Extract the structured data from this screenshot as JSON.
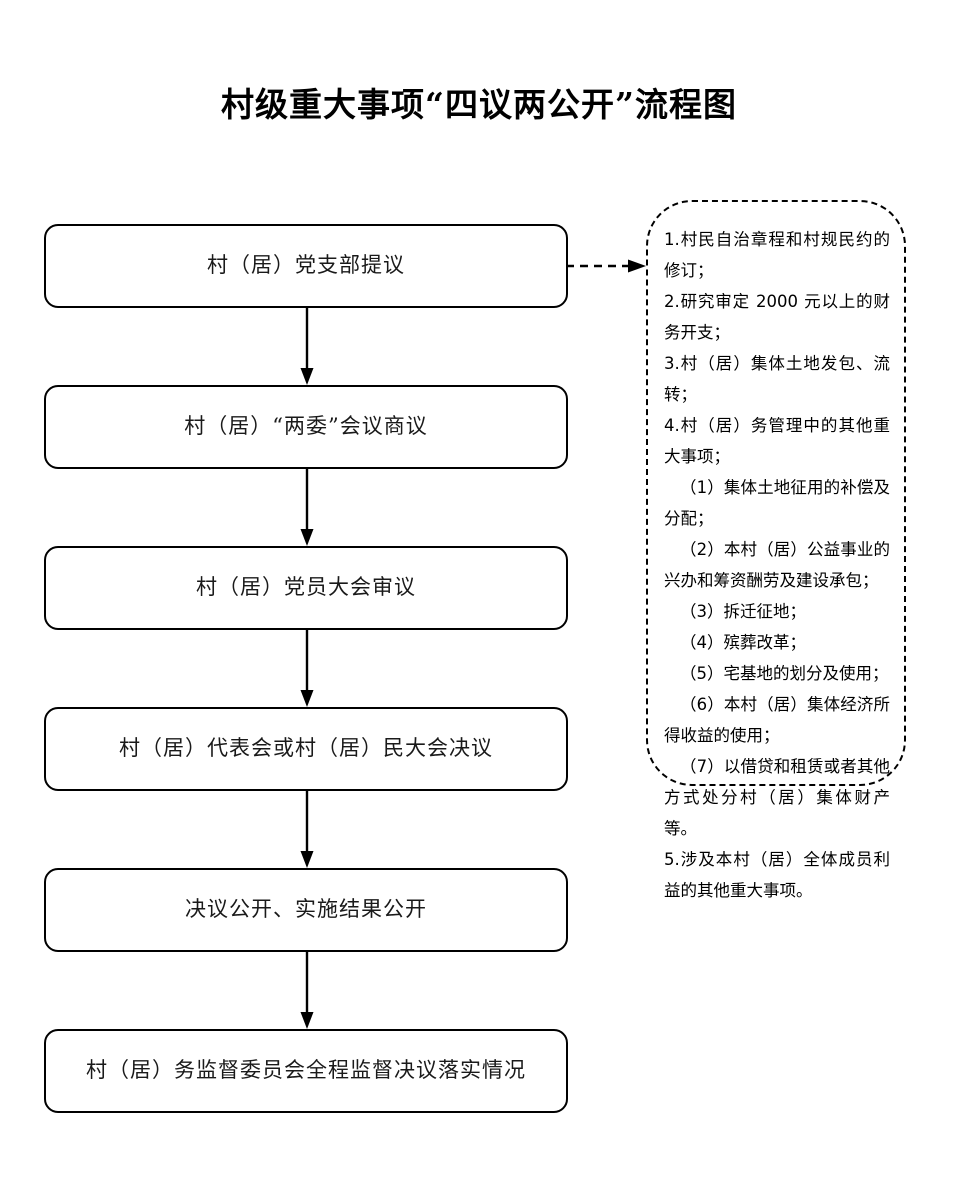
{
  "document": {
    "title": "村级重大事项“四议两公开”流程图"
  },
  "flow": {
    "steps": [
      {
        "id": "step-1",
        "label": "村（居）党支部提议"
      },
      {
        "id": "step-2",
        "label": "村（居）“两委”会议商议"
      },
      {
        "id": "step-3",
        "label": "村（居）党员大会审议"
      },
      {
        "id": "step-4",
        "label": "村（居）代表会或村（居）民大会决议"
      },
      {
        "id": "step-5",
        "label": "决议公开、实施结果公开"
      },
      {
        "id": "step-6",
        "label": "村（居）务监督委员会全程监督决议落实情况"
      }
    ],
    "connector_style": "solid-arrow-down",
    "branch_connector_style": "dashed-arrow-right"
  },
  "side_panel": {
    "items": [
      {
        "text": "1.村民自治章程和村规民约的修订；",
        "sub": false
      },
      {
        "text": "2.研究审定 2000 元以上的财务开支；",
        "sub": false
      },
      {
        "text": "3.村（居）集体土地发包、流转；",
        "sub": false
      },
      {
        "text": "4.村（居）务管理中的其他重大事项；",
        "sub": false
      },
      {
        "text": "（1）集体土地征用的补偿及分配；",
        "sub": true
      },
      {
        "text": "（2）本村（居）公益事业的兴办和筹资酬劳及建设承包；",
        "sub": true
      },
      {
        "text": "（3）拆迁征地；",
        "sub": true
      },
      {
        "text": "（4）殡葬改革；",
        "sub": true
      },
      {
        "text": "（5）宅基地的划分及使用；",
        "sub": true
      },
      {
        "text": "（6）本村（居）集体经济所得收益的使用；",
        "sub": true
      },
      {
        "text": "（7）以借贷和租赁或者其他方式处分村（居）集体财产等。",
        "sub": true
      },
      {
        "text": "5.涉及本村（居）全体成员利益的其他重大事项。",
        "sub": false
      }
    ]
  },
  "colors": {
    "ink": "#000000",
    "box_text": "#1a1a1a",
    "background": "#ffffff"
  }
}
